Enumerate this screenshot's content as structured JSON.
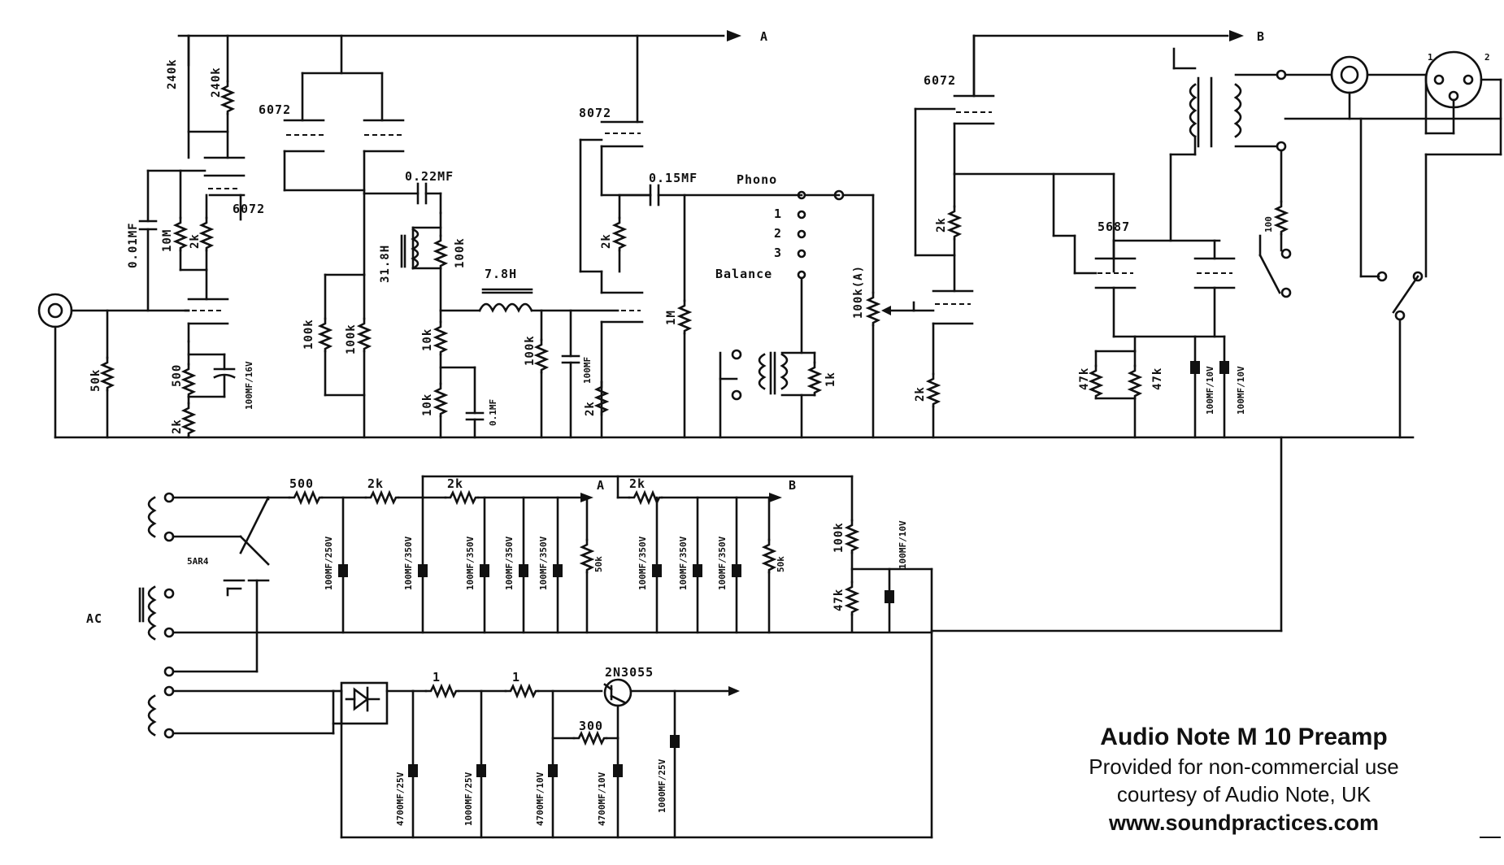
{
  "credit": {
    "title": "Audio Note M 10 Preamp",
    "line1": "Provided for non-commercial use",
    "line2": "courtesy of Audio Note, UK",
    "url": "www.soundpractices.com"
  },
  "labels": {
    "tube_6072_a": "6072",
    "tube_6072_b": "6072",
    "tube_8072_c": "8072",
    "tube_6072_d": "6072",
    "tube_5687": "5687",
    "transistor": "2N3055",
    "rectifier": "5AR4",
    "rail_a": "A",
    "rail_b": "B",
    "rail_a2": "A",
    "rail_b2": "B",
    "cap_022": "0.22MF",
    "cap_015": "0.15MF",
    "cap_001": "0.01MF",
    "ind_318": "31.8H",
    "ind_78": "7.8H",
    "phono": "Phono",
    "sel_1": "1",
    "sel_2": "2",
    "sel_3": "3",
    "balance": "Balance",
    "pot_100k": "100k(A)",
    "ac": "AC",
    "r_240k_1": "240k",
    "r_240k_2": "240k",
    "r_10m": "10M",
    "r_2k_a": "2k",
    "r_50k": "50k",
    "r_500": "500",
    "r_2k_b": "2k",
    "c_100mf16": "100MF/16V",
    "r_100k_a": "100k",
    "r_100k_b": "100k",
    "r_100k_c": "100k",
    "r_10k_a": "10k",
    "r_10k_b": "10k",
    "c_01": "0.1MF",
    "r_100k_d": "100k",
    "c_100mf_e": "100MF",
    "r_2k_c": "2k",
    "r_2k_d": "2k",
    "r_1m": "1M",
    "r_1k": "1k",
    "r_2k_e": "2k",
    "r_2k_f": "2k",
    "r_47k_a": "47k",
    "r_47k_b": "47k",
    "c_100mf10": "100MF/10V",
    "c_100mf10b": "100MF/10V",
    "r_100_out": "100",
    "ps_r500": "500",
    "ps_r2k_1": "2k",
    "ps_r2k_2": "2k",
    "ps_r2k_3": "2k",
    "ps_c1": "100MF/250V",
    "ps_c2": "100MF/350V",
    "ps_c3": "100MF/350V",
    "ps_c4": "100MF/350V",
    "ps_c5": "100MF/350V",
    "ps_r5": "50k",
    "ps_c6": "100MF/350V",
    "ps_c7": "100MF/350V",
    "ps_c8": "100MF/350V",
    "ps_r6": "50k",
    "ps_r100k": "100k",
    "ps_r47k": "47k",
    "ps_c9": "100MF/10V",
    "lv_r1": "1",
    "lv_r2": "1",
    "lv_r300": "300",
    "lv_c1": "4700MF/25V",
    "lv_c2": "1000MF/25V",
    "lv_c3": "4700MF/10V",
    "lv_c4": "4700MF/10V",
    "lv_c5": "1000MF/25V",
    "xlr_1": "1",
    "xlr_2": "2"
  }
}
